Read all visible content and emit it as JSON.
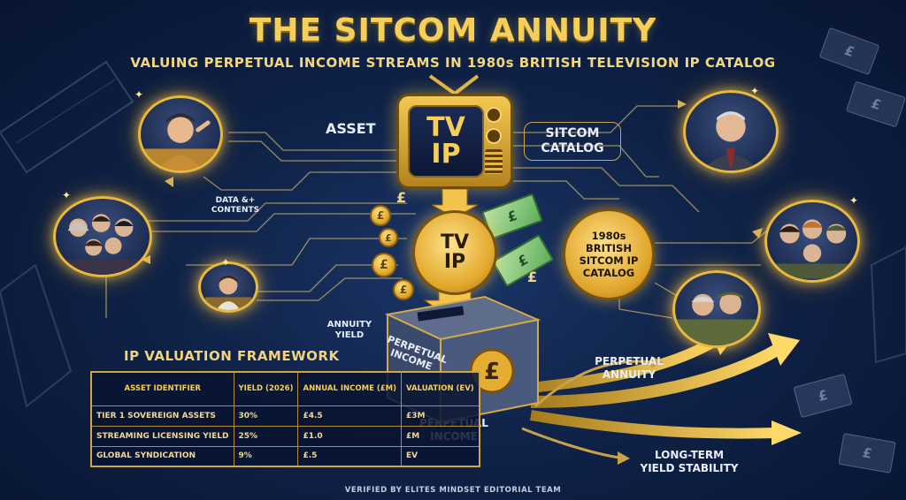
{
  "header": {
    "title": "THE SITCOM ANNUITY",
    "subtitle": "VALUING PERPETUAL INCOME STREAMS IN 1980s BRITISH TELEVISION IP CATALOG"
  },
  "labels": {
    "asset": "ASSET",
    "sitcom_catalog": "SITCOM CATALOG",
    "data_contents_1": "DATA &+",
    "data_contents_2": "CONTENTS",
    "tv_ip_line1": "TV",
    "tv_ip_line2": "IP",
    "medal_line1": "TV",
    "medal_line2": "IP",
    "catalog_medal": "1980s BRITISH SITCOM IP CATALOG",
    "annuity_yield_1": "ANNUITY",
    "annuity_yield_2": "YIELD",
    "safe_text_1": "PERPETUAL",
    "safe_text_2": "INCOME",
    "perpetual_annuity_1": "PERPETUAL",
    "perpetual_annuity_2": "ANNUITY",
    "perpetual_income_1": "PERPETUAL",
    "perpetual_income_2": "INCOME",
    "long_term_1": "LONG-TERM",
    "long_term_2": "YIELD STABILITY",
    "currency_symbol": "£"
  },
  "framework": {
    "title": "IP VALUATION FRAMEWORK",
    "headers": {
      "asset": "ASSET IDENTIFIER",
      "yield": "YIELD (2026)",
      "income": "ANNUAL INCOME (£M)",
      "valuation": "VALUATION (EV)"
    },
    "rows": [
      {
        "asset": "TIER 1 SOVEREIGN ASSETS",
        "yield": "30%",
        "income": "£4.5",
        "valuation": "£3M"
      },
      {
        "asset": "STREAMING LICENSING YIELD",
        "yield": "25%",
        "income": "£1.0",
        "valuation": "£M"
      },
      {
        "asset": "GLOBAL SYNDICATION",
        "yield": "9%",
        "income": "£.5",
        "valuation": "EV"
      }
    ]
  },
  "footer": "VERIFIED BY ELITES MINDSET EDITORIAL TEAM",
  "colors": {
    "background": "#0f2247",
    "gold": "#f5cf59",
    "gold_dark": "#b48320",
    "bill_green": "#5fae5b"
  }
}
